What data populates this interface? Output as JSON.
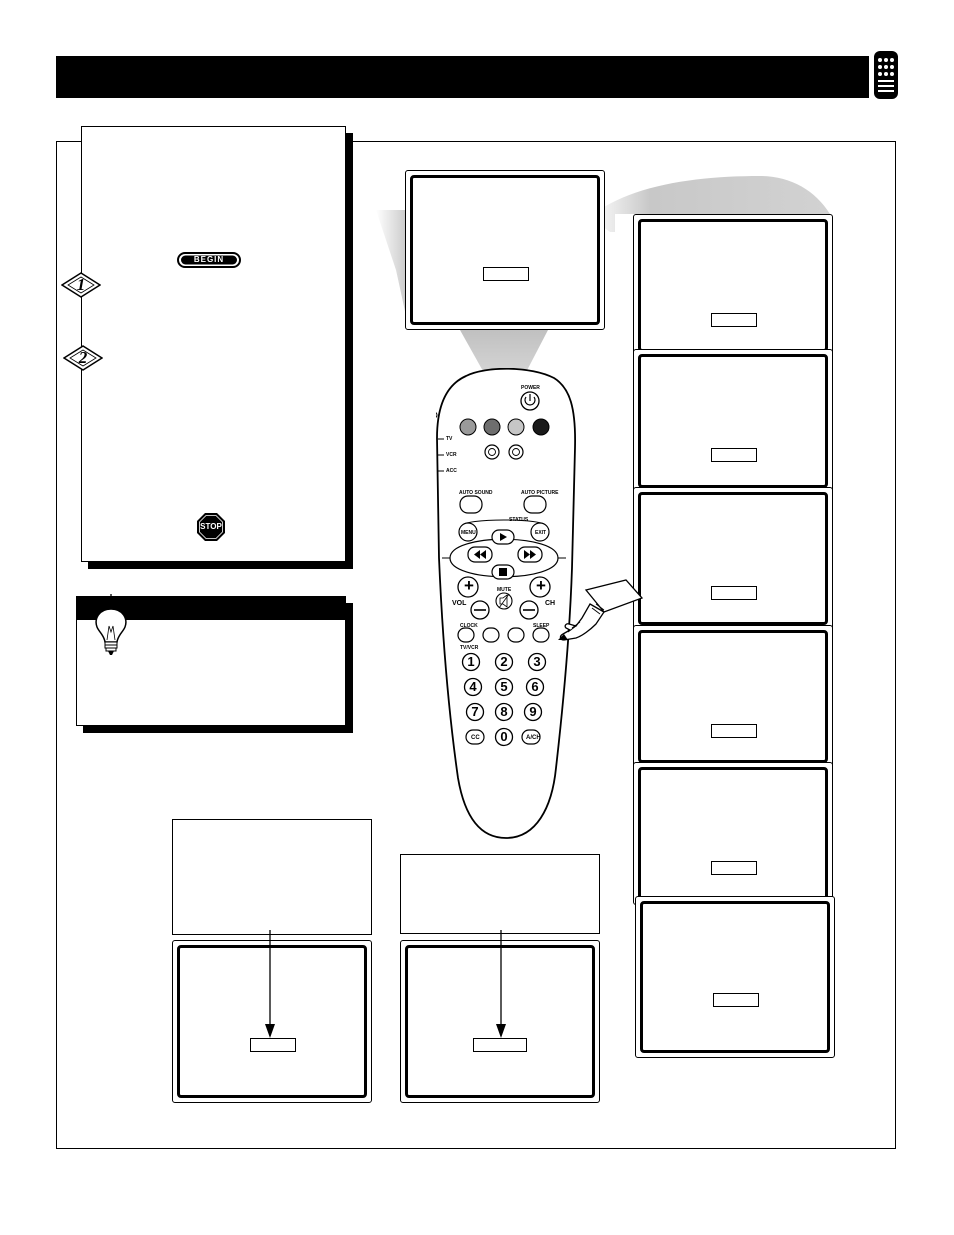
{
  "steps": {
    "begin_label": "BEGIN",
    "step1": "1",
    "step2": "2",
    "stop_label": "STOP"
  },
  "remote": {
    "power": "POWER",
    "modes": [
      "TV",
      "VCR",
      "ACC"
    ],
    "auto_sound": "AUTO SOUND",
    "auto_picture": "AUTO PICTURE",
    "status": "STATUS",
    "menu": "MENU",
    "exit": "EXIT",
    "vol": "VOL",
    "ch": "CH",
    "mute": "MUTE",
    "clock": "CLOCK",
    "sleep": "SLEEP",
    "tvvcr": "TV/VCR",
    "plus": "+",
    "minus": "−",
    "digits": [
      "1",
      "2",
      "3",
      "4",
      "5",
      "6",
      "7",
      "8",
      "9",
      "0"
    ],
    "cc": "CC",
    "ach": "A/CH",
    "colors": [
      "#9a9a9a",
      "#6e6e6e",
      "#c6c6c6",
      "#1a1a1a"
    ]
  }
}
